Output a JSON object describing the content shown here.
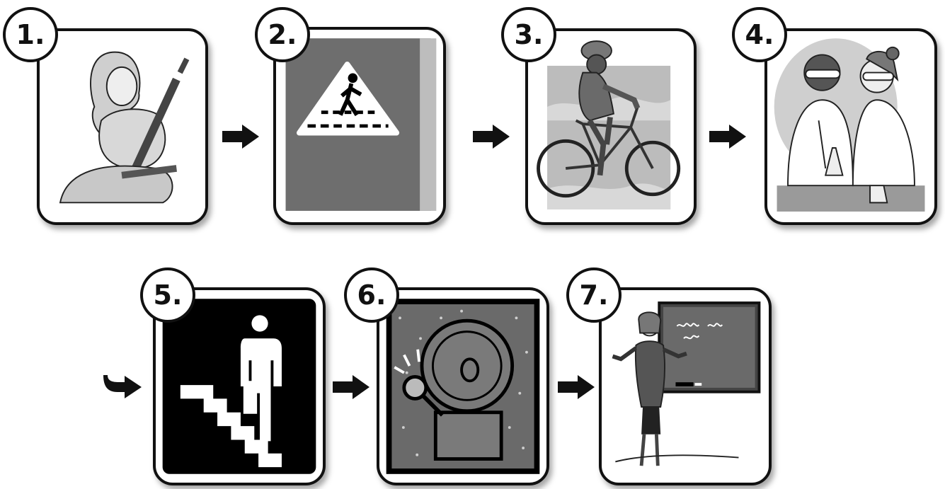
{
  "steps": [
    {
      "number": "1.",
      "icon": "seatbelt-passenger-icon"
    },
    {
      "number": "2.",
      "icon": "pedestrian-crossing-sign-icon"
    },
    {
      "number": "3.",
      "icon": "bicycle-rider-icon"
    },
    {
      "number": "4.",
      "icon": "lab-scientists-icon"
    },
    {
      "number": "5.",
      "icon": "stairs-person-icon"
    },
    {
      "number": "6.",
      "icon": "school-bell-icon"
    },
    {
      "number": "7.",
      "icon": "teacher-chalkboard-icon"
    }
  ],
  "colors": {
    "border": "#111111",
    "panel": "#6e6e6e",
    "light": "#bdbdbd",
    "dark": "#000000"
  }
}
